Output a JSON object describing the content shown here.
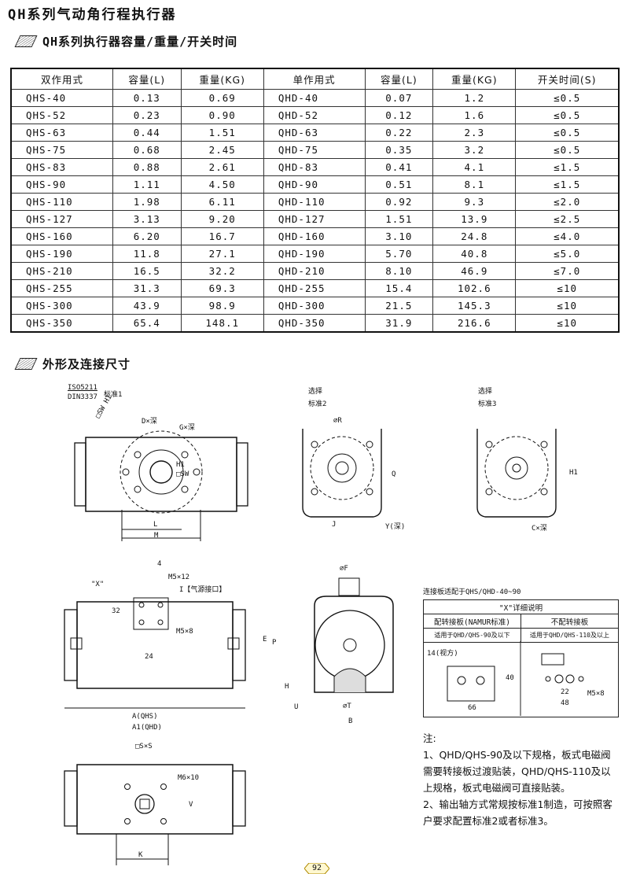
{
  "page": {
    "title": "QH系列气动角行程执行器",
    "section1": "QH系列执行器容量/重量/开关时间",
    "section2": "外形及连接尺寸",
    "page_number": "92"
  },
  "table": {
    "headers": [
      "双作用式",
      "容量(L)",
      "重量(KG)",
      "单作用式",
      "容量(L)",
      "重量(KG)",
      "开关时间(S)"
    ],
    "rows": [
      [
        "QHS-40",
        "0.13",
        "0.69",
        "QHD-40",
        "0.07",
        "1.2",
        "≤0.5"
      ],
      [
        "QHS-52",
        "0.23",
        "0.90",
        "QHD-52",
        "0.12",
        "1.6",
        "≤0.5"
      ],
      [
        "QHS-63",
        "0.44",
        "1.51",
        "QHD-63",
        "0.22",
        "2.3",
        "≤0.5"
      ],
      [
        "QHS-75",
        "0.68",
        "2.45",
        "QHD-75",
        "0.35",
        "3.2",
        "≤0.5"
      ],
      [
        "QHS-83",
        "0.88",
        "2.61",
        "QHD-83",
        "0.41",
        "4.1",
        "≤1.5"
      ],
      [
        "QHS-90",
        "1.11",
        "4.50",
        "QHD-90",
        "0.51",
        "8.1",
        "≤1.5"
      ],
      [
        "QHS-110",
        "1.98",
        "6.11",
        "QHD-110",
        "0.92",
        "9.3",
        "≤2.0"
      ],
      [
        "QHS-127",
        "3.13",
        "9.20",
        "QHD-127",
        "1.51",
        "13.9",
        "≤2.5"
      ],
      [
        "QHS-160",
        "6.20",
        "16.7",
        "QHD-160",
        "3.10",
        "24.8",
        "≤4.0"
      ],
      [
        "QHS-190",
        "11.8",
        "27.1",
        "QHD-190",
        "5.70",
        "40.8",
        "≤5.0"
      ],
      [
        "QHS-210",
        "16.5",
        "32.2",
        "QHD-210",
        "8.10",
        "46.9",
        "≤7.0"
      ],
      [
        "QHS-255",
        "31.3",
        "69.3",
        "QHD-255",
        "15.4",
        "102.6",
        "≤10"
      ],
      [
        "QHS-300",
        "43.9",
        "98.9",
        "QHD-300",
        "21.5",
        "145.3",
        "≤10"
      ],
      [
        "QHS-350",
        "65.4",
        "148.1",
        "QHD-350",
        "31.9",
        "216.6",
        "≤10"
      ]
    ]
  },
  "drawings": {
    "std1_code1": "ISO5211",
    "std1_code2": "DIN3337",
    "std1_label": "标准1",
    "std2_select": "选择",
    "std2_label": "标准2",
    "std3_select": "选择",
    "std3_label": "标准3",
    "dim_sw_h1": "□SW H1",
    "dim_d_depth": "D×深",
    "dim_g_depth": "G×深",
    "dim_sw": "□SW",
    "dim_h1": "H1",
    "dim_l": "L",
    "dim_m": "M",
    "dim_r": "∅R",
    "dim_q": "Q",
    "dim_j": "J",
    "dim_y": "Y(深)",
    "dim_h1b": "H1",
    "dim_c_depth": "C×深",
    "dim_4": "4",
    "dim_m5x12": "M5×12",
    "dim_x": "\"X\"",
    "dim_i_port": "I【气源接口】",
    "dim_32": "32",
    "dim_m5x8": "M5×8",
    "dim_24": "24",
    "dim_a_qhs": "A(QHS)",
    "dim_a1_qhd": "A1(QHD)",
    "dim_f": "∅F",
    "dim_e": "E",
    "dim_p": "P",
    "dim_h": "H",
    "dim_u": "U",
    "dim_t": "∅T",
    "dim_b": "B",
    "dim_sxs": "□S×S",
    "dim_m6x10": "M6×10",
    "dim_v": "V",
    "dim_k": "K"
  },
  "xdetail": {
    "caption": "连接板适配于QHS/QHD-40~90",
    "title": "\"X\"详细说明",
    "col1": "配转接板(NAMUR标准)",
    "col2": "不配转接板",
    "sub1": "适用于QHD/QHS-90及以下",
    "sub2": "适用于QHD/QHS-110及以上",
    "label_14": "14(视方)",
    "dim_40": "40",
    "dim_66": "66",
    "dim_22": "22",
    "dim_48": "48",
    "dim_m5x8": "M5×8"
  },
  "notes": {
    "heading": "注:",
    "line1": "1、QHD/QHS-90及以下规格，板式电磁阀需要转接板过渡贴装，QHD/QHS-110及以上规格，板式电磁阀可直接贴装。",
    "line2": "2、输出轴方式常规按标准1制造，可按照客户要求配置标准2或者标准3。"
  }
}
